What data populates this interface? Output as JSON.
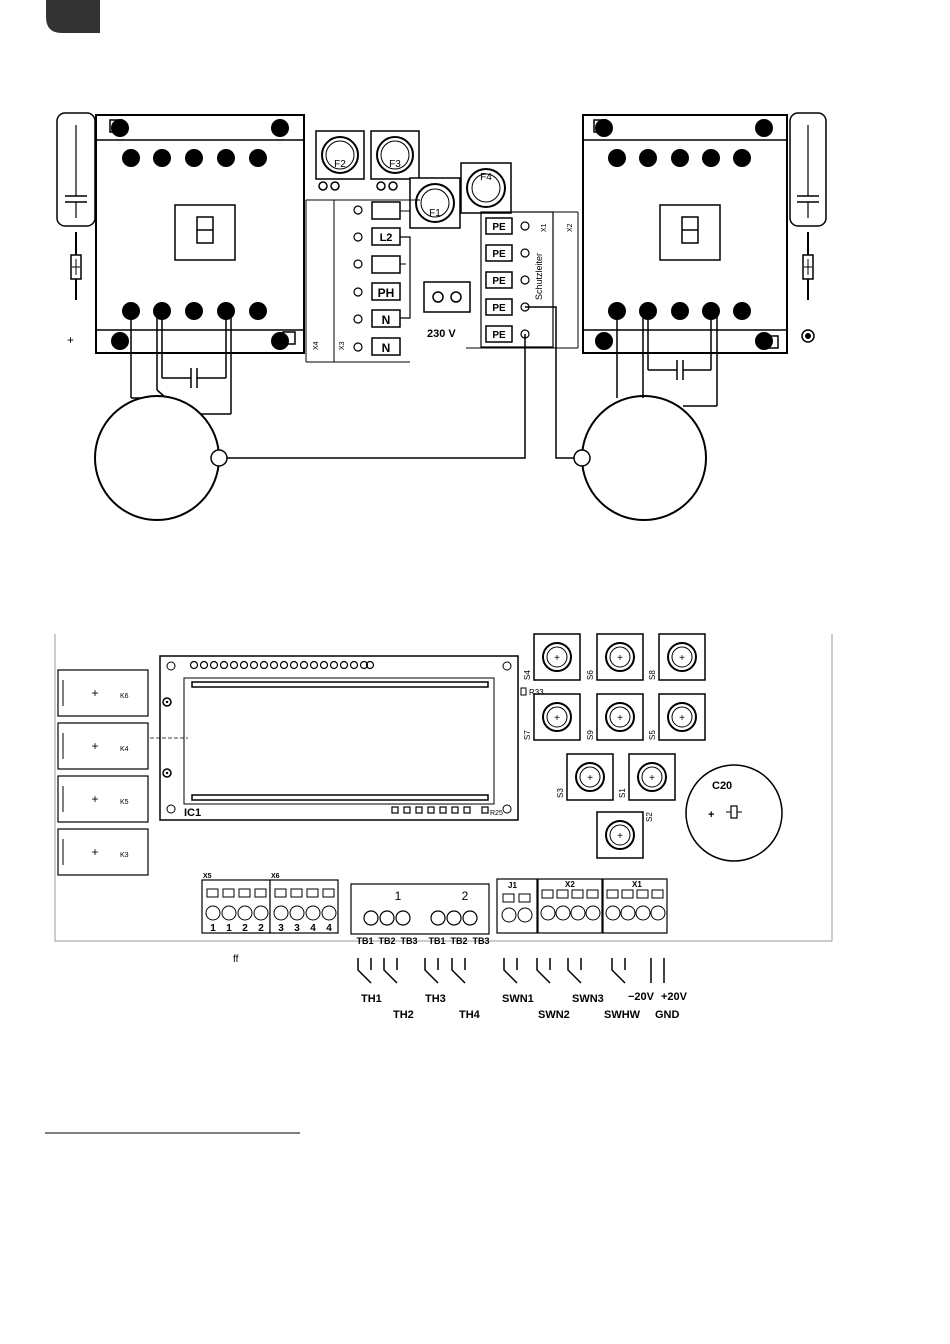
{
  "top_diagram": {
    "fuses": [
      "F2",
      "F3",
      "F1",
      "F4"
    ],
    "terminal_block_left": {
      "labels": [
        "L2",
        "PH",
        "N",
        "N"
      ],
      "block_ids": [
        "X4",
        "X3"
      ]
    },
    "supply_label": "230 V",
    "terminal_block_right": {
      "labels": [
        "PE",
        "PE",
        "PE",
        "PE",
        "PE"
      ],
      "block_ids": [
        "X1",
        "X2"
      ],
      "ground_label": "Schutzleiter"
    },
    "plus_sign": "+"
  },
  "board": {
    "relays": [
      "K6",
      "K4",
      "K5",
      "K3"
    ],
    "display_label": "IC1",
    "resistors": [
      "R33",
      "R25"
    ],
    "buttons": [
      "S4",
      "S6",
      "S8",
      "S7",
      "S9",
      "S5",
      "S3",
      "S1",
      "S2"
    ],
    "capacitor": {
      "label": "C20",
      "plus": "+"
    },
    "terminal_x5": {
      "id": "X5",
      "pins": [
        "1",
        "1",
        "2",
        "2"
      ]
    },
    "terminal_x6": {
      "id": "X6",
      "pins": [
        "3",
        "3",
        "4",
        "4"
      ]
    },
    "connector_groups": [
      "1",
      "2"
    ],
    "tb_labels": [
      "TB1",
      "TB2",
      "TB3",
      "TB1",
      "TB2",
      "TB3"
    ],
    "jumper": "J1",
    "terminal_x2": "X2",
    "terminal_x1": "X1",
    "stray_text": "ff"
  },
  "io_labels": {
    "top_row": [
      "TH1",
      "TH3",
      "SWN1",
      "SWN3",
      "−20V",
      "+20V"
    ],
    "bottom_row": [
      "TH2",
      "TH4",
      "SWN2",
      "SWHW",
      "GND"
    ]
  }
}
